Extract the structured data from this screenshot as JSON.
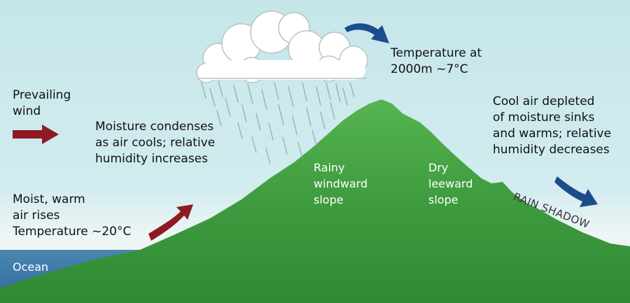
{
  "labels": {
    "prevailing_wind": [
      "Prevailing",
      "wind"
    ],
    "moist_air": [
      "Moist, warm",
      "air rises",
      "Temperature ~20°C"
    ],
    "ocean": "Ocean",
    "moisture_condenses": [
      "Moisture condenses",
      "as air cools; relative",
      "humidity increases"
    ],
    "temp_2000m": [
      "Temperature at",
      "2000m ~7°C"
    ],
    "rainy_slope": [
      "Rainy",
      "windward",
      "slope"
    ],
    "dry_slope": [
      "Dry",
      "leeward",
      "slope"
    ],
    "cool_air": [
      "Cool air depleted",
      "of moisture sinks",
      "and warms; relative",
      "humidity decreases"
    ],
    "rain_shadow": "RAIN SHADOW"
  },
  "icons": {
    "wind_arrow": "wind-arrow-icon",
    "rising_arrow": "rising-air-arrow-icon",
    "top_arrow": "airflow-top-arrow-icon",
    "sinking_arrow": "sinking-air-arrow-icon",
    "cloud": "cloud-icon",
    "rain": "rain-icon"
  },
  "colors": {
    "sky": "#cbe9ed",
    "haze": "#eef5f5",
    "ocean": "#3d7aa8",
    "mountain": "#3f9a3f",
    "mountain_peak": "#52b24f",
    "warm_arrow": "#8f1a24",
    "cool_arrow": "#1c4c8c"
  }
}
